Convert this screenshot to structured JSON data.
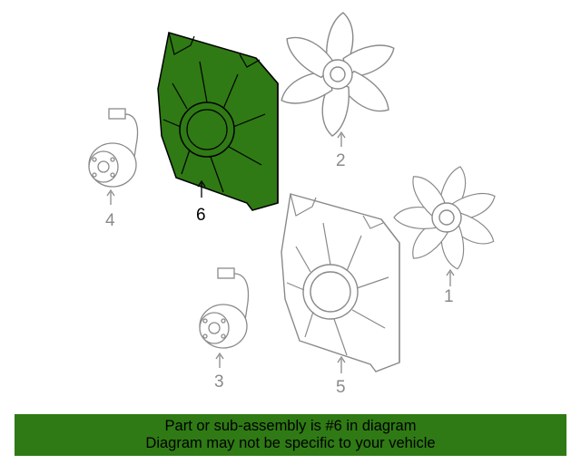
{
  "diagram": {
    "highlight_color": "#2f7a14",
    "line_color": "#8a8a8a",
    "parts": [
      {
        "number": "1",
        "name": "fan-blade",
        "highlighted": false
      },
      {
        "number": "2",
        "name": "fan-blade",
        "highlighted": false
      },
      {
        "number": "3",
        "name": "fan-motor",
        "highlighted": false
      },
      {
        "number": "4",
        "name": "fan-motor",
        "highlighted": false
      },
      {
        "number": "5",
        "name": "fan-shroud",
        "highlighted": false
      },
      {
        "number": "6",
        "name": "fan-shroud",
        "highlighted": true
      }
    ]
  },
  "banner": {
    "background": "#2f7a14",
    "line1": "Part or sub-assembly is #6 in diagram",
    "line2": "Diagram may not be specific to your vehicle"
  }
}
